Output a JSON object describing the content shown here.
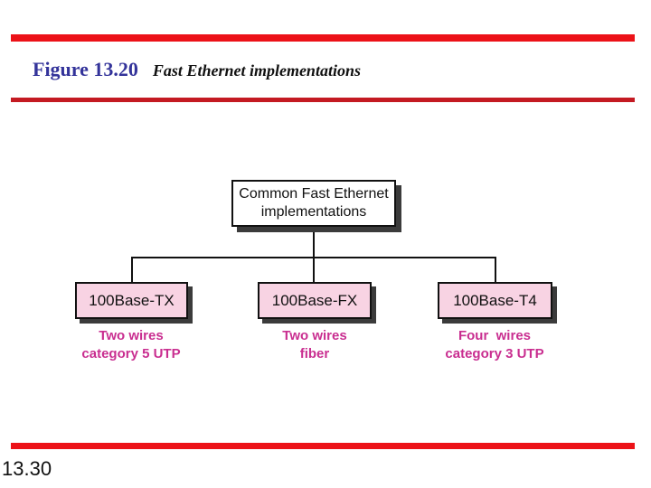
{
  "slide": {
    "header": {
      "figure_label": "Figure 13.20",
      "figure_title": "Fast Ethernet implementations"
    },
    "diagram": {
      "root": {
        "label": "Common Fast Ethernet\nimplementations"
      },
      "children": [
        {
          "label": "100Base-TX",
          "caption": "Two wires\ncategory 5 UTP"
        },
        {
          "label": "100Base-FX",
          "caption": "Two wires\nfiber"
        },
        {
          "label": "100Base-T4",
          "caption": "Four  wires\ncategory 3 UTP"
        }
      ]
    },
    "footer": {
      "page_number": "13.30"
    },
    "colors": {
      "rule_red": "#ec1218",
      "rule_red_thin": "#c41a22",
      "figure_label_blue": "#33339a",
      "leaf_box_pink": "#f8d3e3",
      "caption_magenta": "#c92e90",
      "shadow_gray": "#3b3b3b"
    }
  }
}
